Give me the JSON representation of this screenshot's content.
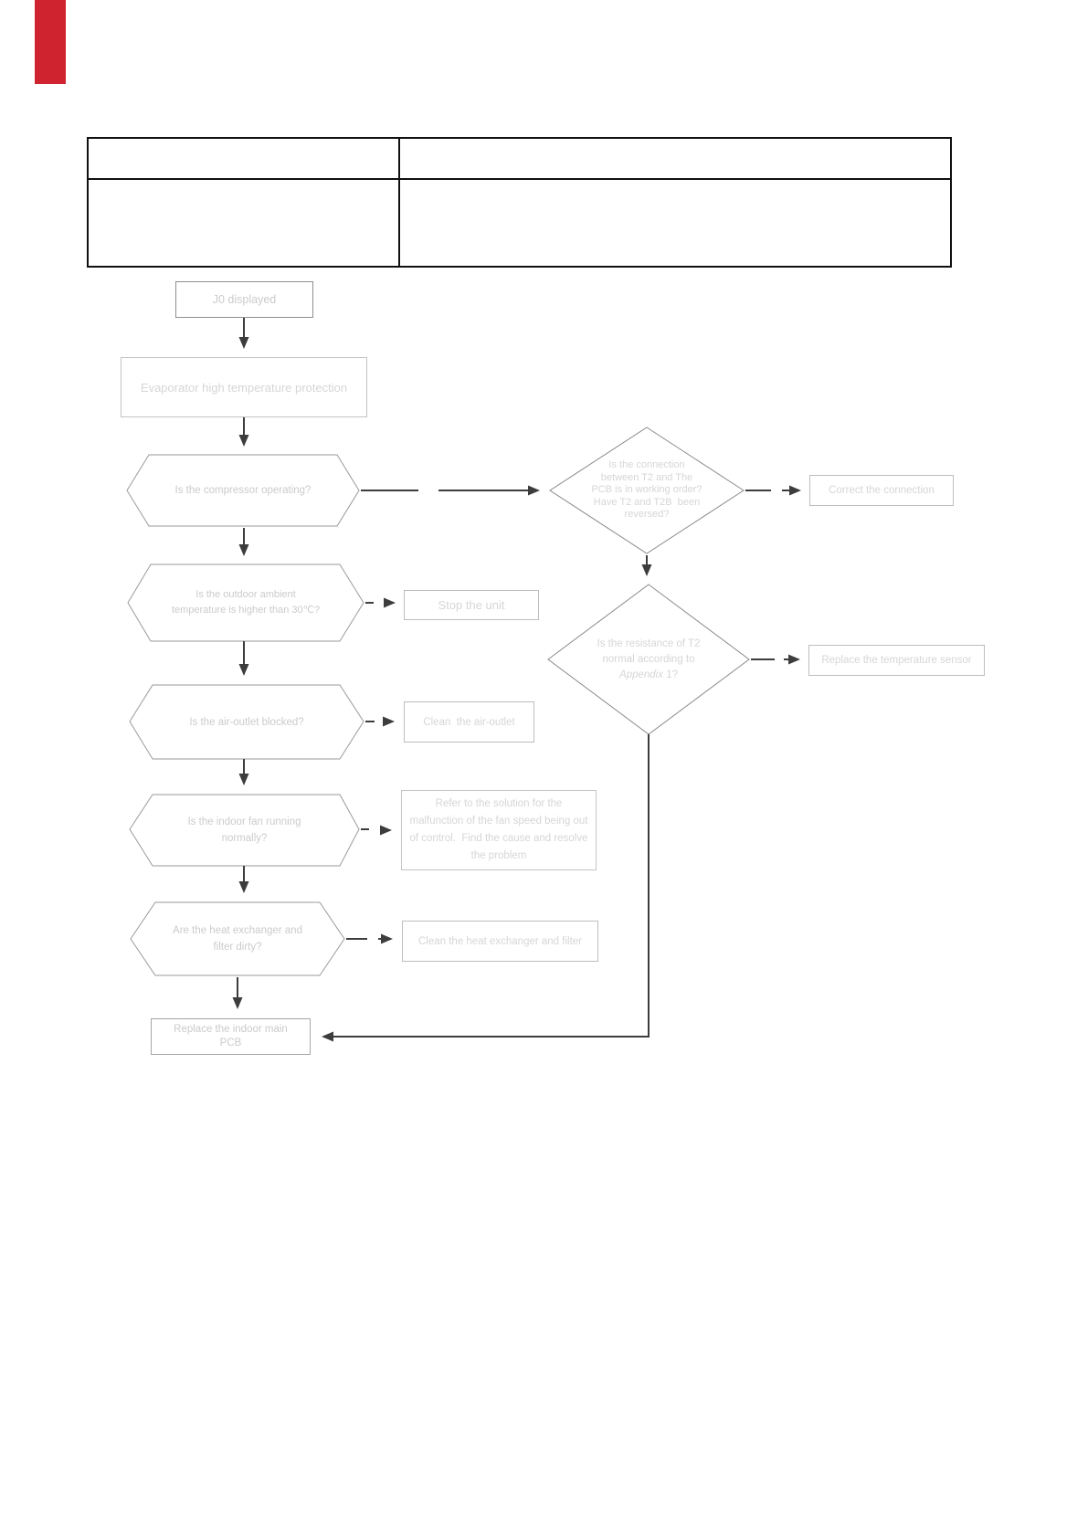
{
  "page": {
    "background": "#ffffff",
    "red_tab_color": "#cf2430",
    "shape_border_color": "#bdbdbd",
    "arrow_color": "#3d3d3d",
    "faint_text_color": "#cbcbcb"
  },
  "table": {
    "header_left": "",
    "header_right": "",
    "body_left": "",
    "body_right": ""
  },
  "flowchart": {
    "start_label": "J0 displayed",
    "protection_label": "Evaporator high temperature protection",
    "hex_compressor": "Is the compressor operating?",
    "diamond_connection": [
      "Is the connection",
      "between T2 and The",
      "PCB is in working order?",
      "Have T2 and T2B  been",
      "reversed?"
    ],
    "box_correct": "Correct the connection",
    "diamond_resistance": {
      "line1": "Is the resistance of T2",
      "line2": "normal according to",
      "line3_italic": "Appendix",
      "line3_rest": " 1?"
    },
    "box_replace_sensor": "Replace the temperature sensor",
    "hex_outdoor": [
      "Is the outdoor ambient",
      "temperature is higher than 30℃?"
    ],
    "box_stop": "Stop the unit",
    "hex_outlet": "Is the air-outlet blocked?",
    "box_clean_outlet": "Clean  the air-outlet",
    "hex_fan": [
      "Is the indoor fan running",
      "normally?"
    ],
    "box_refer": [
      "Refer to the solution for the",
      "malfunction of the fan speed being out",
      "of control.  Find the cause and resolve",
      "the problem"
    ],
    "hex_filter": [
      "Are the heat exchanger and",
      "filter dirty?"
    ],
    "box_clean_filter": "Clean the heat exchanger and filter",
    "box_replace_pcb": [
      "Replace the indoor main",
      "PCB"
    ]
  }
}
